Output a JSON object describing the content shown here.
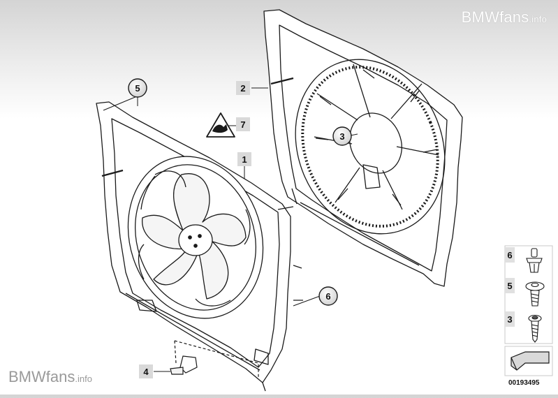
{
  "watermark_top": {
    "brand": "BMWfans",
    "suffix": ".info"
  },
  "watermark_bottom": {
    "brand": "BMWfans",
    "suffix": ".info"
  },
  "callouts": [
    {
      "id": "1",
      "label": "1"
    },
    {
      "id": "2",
      "label": "2"
    },
    {
      "id": "3",
      "label": "3"
    },
    {
      "id": "4",
      "label": "4"
    },
    {
      "id": "5",
      "label": "5"
    },
    {
      "id": "6",
      "label": "6"
    },
    {
      "id": "7",
      "label": "7"
    }
  ],
  "legend": [
    {
      "label": "6",
      "icon": "clip-rivet-icon"
    },
    {
      "label": "5",
      "icon": "expanding-rivet-icon"
    },
    {
      "label": "3",
      "icon": "screw-icon"
    }
  ],
  "image_id": "00193495",
  "colors": {
    "line": "#1a1a1a",
    "callout_fill": "#e6e6e6",
    "callout_square": "#d9d9d9",
    "background_top": "#d4d4d4"
  }
}
